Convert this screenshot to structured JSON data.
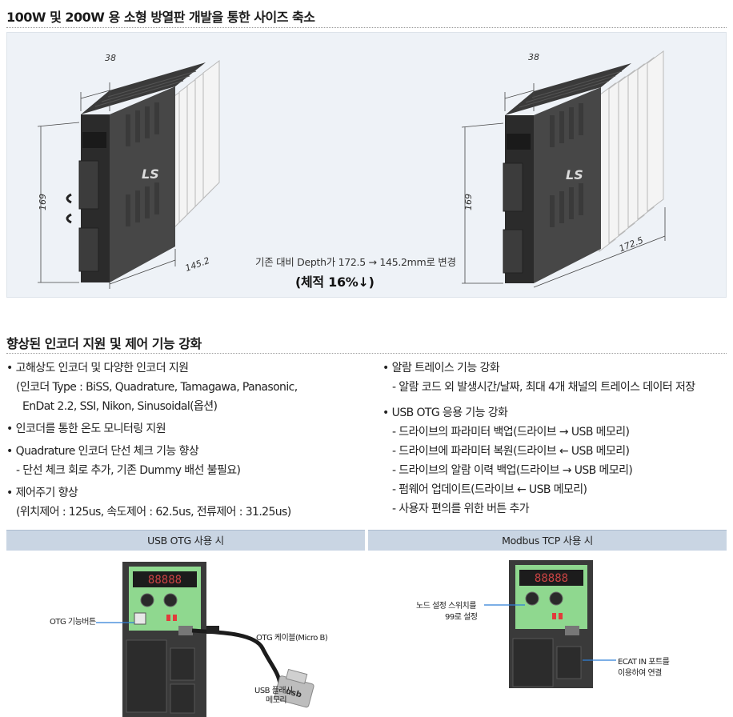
{
  "section1": {
    "title": "100W 및 200W 용 소형 방열판 개발을 통한 사이즈 축소"
  },
  "figure": {
    "left_drive": {
      "width_dim": "38",
      "height_dim": "169",
      "depth_dim": "145.2",
      "logo": "LS"
    },
    "right_drive": {
      "width_dim": "38",
      "height_dim": "169",
      "depth_dim": "172.5",
      "logo": "LS"
    },
    "caption": "기존 대비 Depth가 172.5 → 145.2mm로 변경",
    "caption_emphasis": "(체적 16%↓)"
  },
  "section2": {
    "title": "향상된 인코더 지원 및 제어 기능 강화"
  },
  "features_left": [
    {
      "type": "bullet",
      "text": "고해상도 인코더 및 다양한 인코더 지원"
    },
    {
      "type": "indent",
      "text": "(인코더 Type : BiSS, Quadrature, Tamagawa, Panasonic,"
    },
    {
      "type": "indent2",
      "text": "EnDat 2.2, SSI, Nikon, Sinusoidal(옵션)"
    },
    {
      "type": "bullet",
      "text": "인코더를 통한 온도 모니터링 지원"
    },
    {
      "type": "bullet",
      "text": "Quadrature 인코더 단선 체크 기능 향상"
    },
    {
      "type": "indent",
      "text": "- 단선 체크 회로 추가, 기존 Dummy 배선 불필요)"
    },
    {
      "type": "bullet",
      "text": "제어주기 향상"
    },
    {
      "type": "indent",
      "text": "(위치제어 : 125us, 속도제어 : 62.5us, 전류제어 : 31.25us)"
    }
  ],
  "features_right": [
    {
      "type": "bullet",
      "text": "알람 트레이스 기능 강화"
    },
    {
      "type": "indent",
      "text": "- 알람 코드 외 발생시간/날짜, 최대 4개 채널의 트레이스 데이터 저장"
    },
    {
      "type": "bullet",
      "text": "USB OTG 응용 기능 강화"
    },
    {
      "type": "indent",
      "text": "- 드라이브의 파라미터 백업(드라이브 → USB 메모리)"
    },
    {
      "type": "indent",
      "text": "- 드라이브에 파라미터 복원(드라이브 ← USB 메모리)"
    },
    {
      "type": "indent",
      "text": "- 드라이브의 알람 이력 백업(드라이브 → USB 메모리)"
    },
    {
      "type": "indent",
      "text": "- 펌웨어 업데이트(드라이브 ← USB 메모리)"
    },
    {
      "type": "indent",
      "text": "- 사용자 편의를 위한 버튼 추가"
    }
  ],
  "tabs": {
    "left": "USB OTG 사용 시",
    "right": "Modbus TCP 사용 시"
  },
  "usb_panel": {
    "display": "88888",
    "otg_button_label": "OTG 기능버튼",
    "cable_label": "OTG 케이블(Micro B)",
    "usb_label_line1": "USB 플래시",
    "usb_label_line2": "메모리",
    "usb_stick_text": "usb"
  },
  "modbus_panel": {
    "display": "88888",
    "switch_label_line1": "노드 설정 스위치를",
    "switch_label_line2": "99로 설정",
    "port_label_line1": "ECAT IN 포트를",
    "port_label_line2": "이용하여 연결"
  },
  "colors": {
    "panel_bg": "#eef2f7",
    "tab_bg": "#c9d5e3",
    "pcb_green": "#7fd37f",
    "led_red": "#e23b3b",
    "callout_blue": "#2f7fd6"
  }
}
